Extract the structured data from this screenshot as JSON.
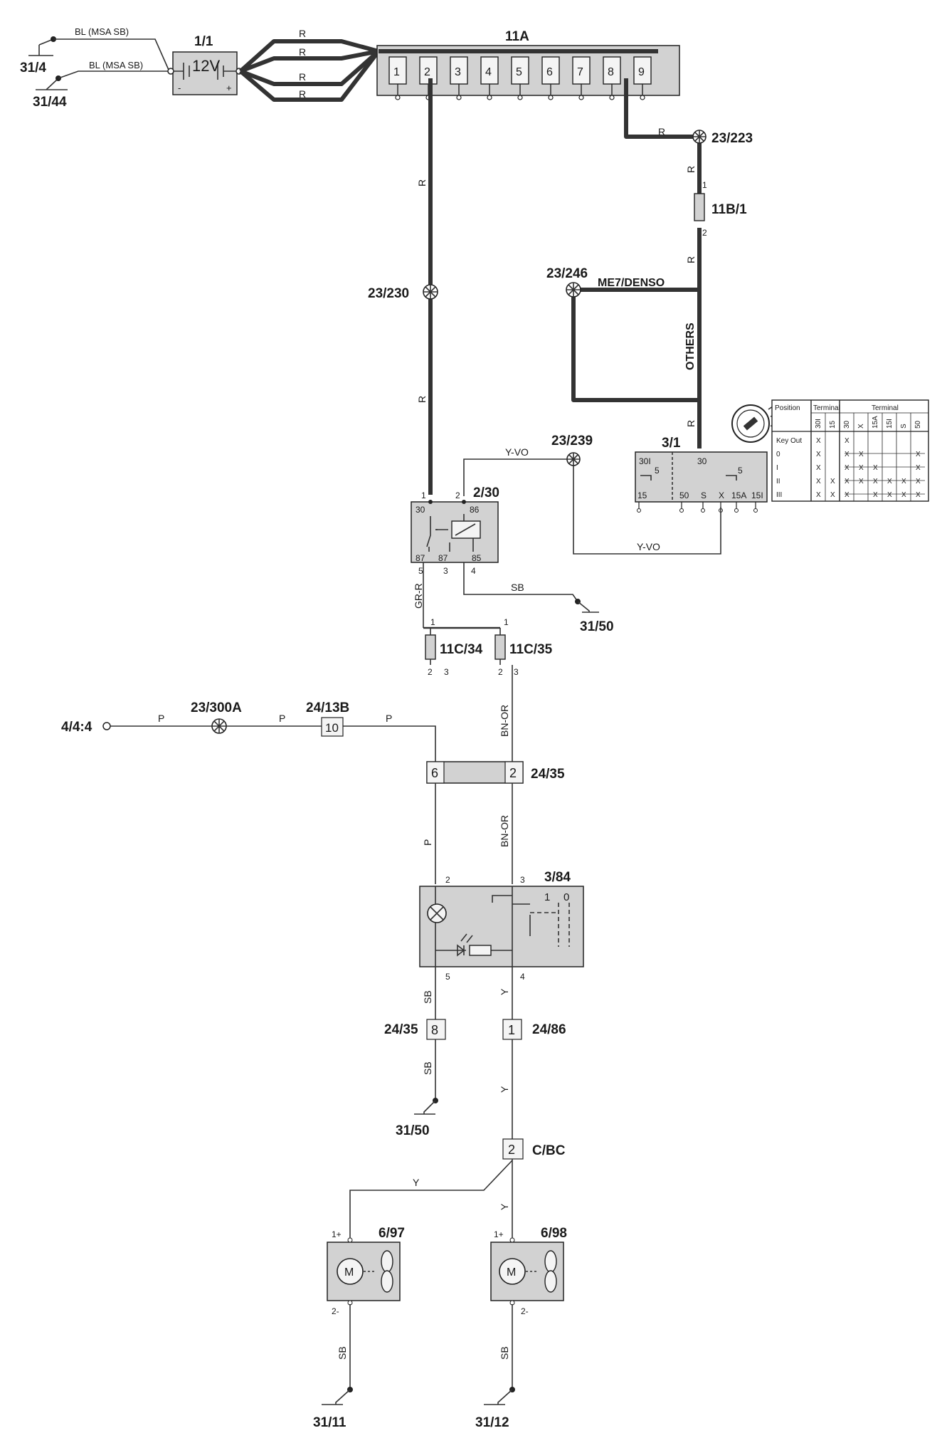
{
  "battery": {
    "id": "1/1",
    "voltage": "12V",
    "minus": "-",
    "plus": "+"
  },
  "battery_wires": {
    "top": "BL (MSA SB)",
    "bottom": "BL (MSA SB)",
    "r1": "R",
    "r2": "R",
    "r3": "R",
    "r4": "R"
  },
  "grounds": {
    "g_31_4": "31/4",
    "g_31_44": "31/44",
    "g_31_50a": "31/50",
    "g_31_50b": "31/50",
    "g_31_11": "31/11",
    "g_31_12": "31/12"
  },
  "fusebox": {
    "id": "11A",
    "slots": [
      "1",
      "2",
      "3",
      "4",
      "5",
      "6",
      "7",
      "8",
      "9"
    ]
  },
  "splices": {
    "s223": "23/223",
    "s230": "23/230",
    "s246": "23/246",
    "s239": "23/239",
    "s300a": "23/300A"
  },
  "fuse_11b": {
    "id": "11B/1",
    "pin1": "1",
    "pin2": "2"
  },
  "labels": {
    "me7": "ME7/DENSO",
    "others": "OTHERS"
  },
  "wire_colors": {
    "w_r_223": "R",
    "w_r_11b_top": "R",
    "w_r_11b_bot": "R",
    "w_r_others_bot": "R",
    "w_r_230_top": "R",
    "w_r_230_bot": "R",
    "w_yvo_top": "Y-VO",
    "w_yvo_bot": "Y-VO",
    "w_sb_relay": "SB",
    "w_grr": "GR-R",
    "w_p1": "P",
    "w_p2": "P",
    "w_p3": "P",
    "w_p4": "P",
    "w_bnor1": "BN-OR",
    "w_bnor2": "BN-OR",
    "w_sb_5": "SB",
    "w_sb_8": "SB",
    "w_y_4": "Y",
    "w_y_1": "Y",
    "w_y_2": "Y",
    "w_y_c": "Y",
    "w_sb_97": "SB",
    "w_sb_98": "SB"
  },
  "ignition": {
    "id": "3/1",
    "pins": {
      "p30i": "30I",
      "p30": "30",
      "p5a": "5",
      "p5b": "5",
      "p15": "15",
      "p50": "50",
      "pS": "S",
      "pX": "X",
      "p15A": "15A",
      "p15I": "15I"
    },
    "table": {
      "h_position": "Position",
      "h_terminal1": "Terminal",
      "h_terminal2": "Terminal",
      "cols1": [
        "30I",
        "15"
      ],
      "cols2": [
        "30",
        "X",
        "15A",
        "15I",
        "S",
        "50"
      ],
      "rows": [
        "Key Out",
        "0",
        "I",
        "II",
        "III"
      ],
      "mark": "X"
    }
  },
  "relay": {
    "id": "2/30",
    "p30": "30",
    "p86": "86",
    "p87a": "87",
    "p87b": "87",
    "p85": "85",
    "n1": "1",
    "n2": "2",
    "n3": "3",
    "n4": "4",
    "n5": "5"
  },
  "fuses_c": {
    "f34": "11C/34",
    "f35": "11C/35",
    "a1": "1",
    "a2": "2",
    "a3": "3",
    "b1": "1",
    "b2": "2",
    "b3": "3"
  },
  "input_left": "4/4:4",
  "connectors": {
    "c13b": "24/13B",
    "c13b_pin": "10",
    "c35": "24/35",
    "c35_p6": "6",
    "c35_p2": "2",
    "c35b": "24/35",
    "c35b_p8": "8",
    "c86": "24/86",
    "c86_p1": "1",
    "cbc": "C/BC",
    "cbc_p2": "2"
  },
  "switch": {
    "id": "3/84",
    "n2": "2",
    "n3": "3",
    "n5": "5",
    "n4": "4",
    "pos1": "1",
    "pos0": "0"
  },
  "motors": {
    "m97": "6/97",
    "m98": "6/98",
    "plus": "1+",
    "minus": "2-",
    "plus2": "1+",
    "minus2": "2-",
    "m_glyph": "M",
    "m_glyph2": "M"
  }
}
